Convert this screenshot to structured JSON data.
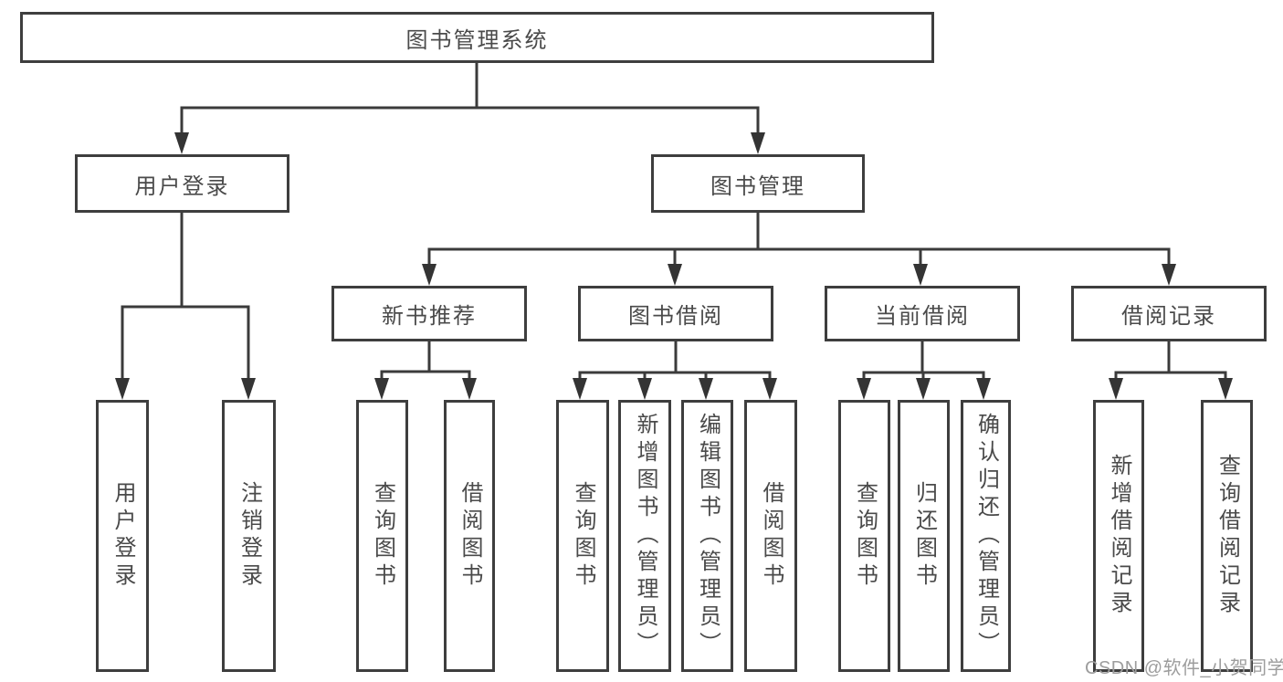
{
  "diagram": {
    "type": "hierarchy-tree",
    "colors": {
      "line": "#3b3b3b",
      "box_border": "#3e3e3e",
      "box_fill": "#ffffff",
      "text": "#4a4a4a",
      "watermark_text": "#9d9d9d",
      "background": "#ffffff"
    },
    "tree": {
      "label": "图书管理系统",
      "children": [
        {
          "label": "用户登录",
          "children": [
            {
              "label": "用户登录"
            },
            {
              "label": "注销登录"
            }
          ]
        },
        {
          "label": "图书管理",
          "children": [
            {
              "label": "新书推荐",
              "children": [
                {
                  "label": "查询图书"
                },
                {
                  "label": "借阅图书"
                }
              ]
            },
            {
              "label": "图书借阅",
              "children": [
                {
                  "label": "查询图书"
                },
                {
                  "label": "新增图书（管理员）"
                },
                {
                  "label": "编辑图书（管理员）"
                },
                {
                  "label": "借阅图书"
                }
              ]
            },
            {
              "label": "当前借阅",
              "children": [
                {
                  "label": "查询图书"
                },
                {
                  "label": "归还图书"
                },
                {
                  "label": "确认归还（管理员）"
                }
              ]
            },
            {
              "label": "借阅记录",
              "children": [
                {
                  "label": "新增借阅记录"
                },
                {
                  "label": "查询借阅记录"
                }
              ]
            }
          ]
        }
      ]
    }
  },
  "watermark": {
    "text": "CSDN @软件_小贺同学"
  }
}
